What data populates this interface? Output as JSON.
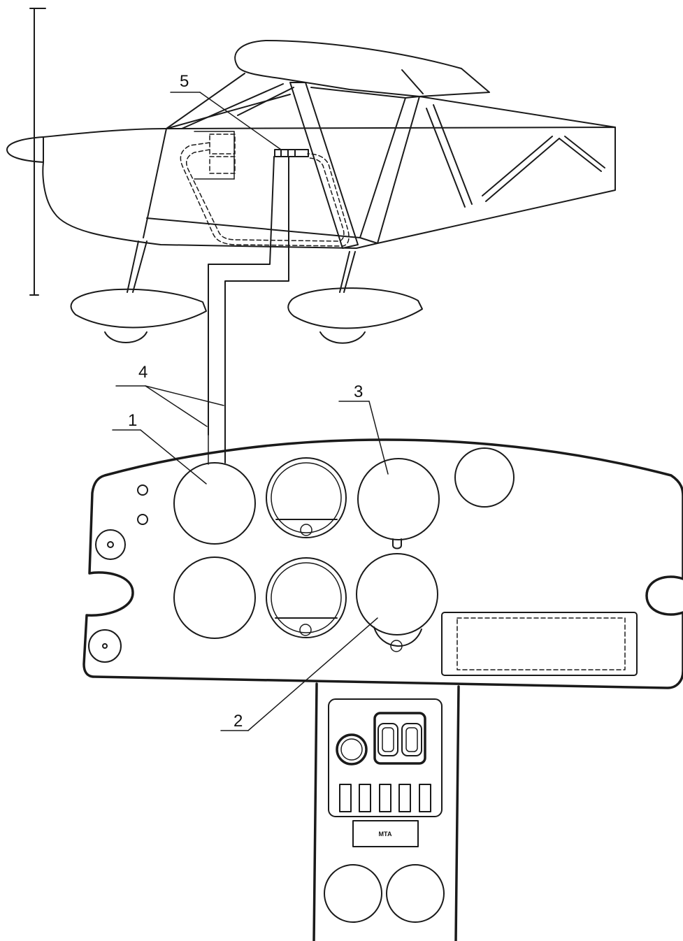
{
  "callouts": {
    "c1": "1",
    "c2": "2",
    "c3": "3",
    "c4": "4",
    "c5": "5"
  },
  "panel_switch_label": "МТА"
}
